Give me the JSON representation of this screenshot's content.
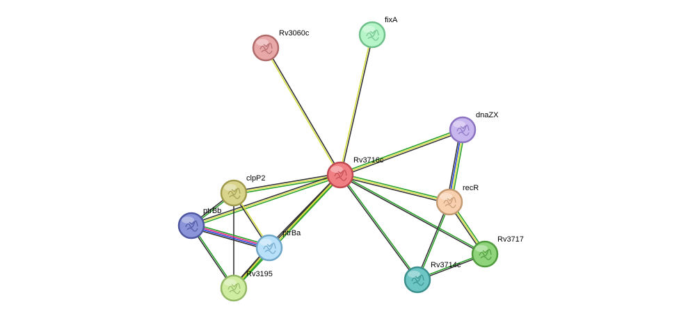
{
  "network": {
    "nodes": [
      {
        "id": "Rv3716c",
        "label": "Rv3716c",
        "color": "#f07f83",
        "ring": "#c04a50",
        "query": true
      },
      {
        "id": "fixA",
        "label": "fixA",
        "color": "#b6f5c8",
        "ring": "#6fbf8a"
      },
      {
        "id": "Rv3060c",
        "label": "Rv3060c",
        "color": "#e8a8a8",
        "ring": "#b06a6a"
      },
      {
        "id": "dnaZX",
        "label": "dnaZX",
        "color": "#c8b6ee",
        "ring": "#8b72c2"
      },
      {
        "id": "recR",
        "label": "recR",
        "color": "#f8d0b0",
        "ring": "#c49a72"
      },
      {
        "id": "Rv3717",
        "label": "Rv3717",
        "color": "#8fd47a",
        "ring": "#4f9a3c"
      },
      {
        "id": "Rv3714c",
        "label": "Rv3714c",
        "color": "#6ec6c4",
        "ring": "#3b8f8c"
      },
      {
        "id": "clpP2",
        "label": "clpP2",
        "color": "#d8d48c",
        "ring": "#a09a4c"
      },
      {
        "id": "ptrBb",
        "label": "ptrBb",
        "color": "#8a94d8",
        "ring": "#4e56a0"
      },
      {
        "id": "ptrBa",
        "label": "ptrBa",
        "color": "#b8e0f8",
        "ring": "#6fa6c8"
      },
      {
        "id": "Rv3195",
        "label": "Rv3195",
        "color": "#d0eca0",
        "ring": "#94b866"
      }
    ],
    "edges": [
      {
        "source": "Rv3716c",
        "target": "fixA",
        "evidence": [
          "#d8e040",
          "#333333"
        ]
      },
      {
        "source": "Rv3716c",
        "target": "Rv3060c",
        "evidence": [
          "#d8e040",
          "#333333"
        ]
      },
      {
        "source": "Rv3716c",
        "target": "dnaZX",
        "evidence": [
          "#2ca02c",
          "#d8e040",
          "#333333"
        ]
      },
      {
        "source": "Rv3716c",
        "target": "recR",
        "evidence": [
          "#2ca02c",
          "#d8e040",
          "#333333"
        ]
      },
      {
        "source": "Rv3716c",
        "target": "Rv3717",
        "evidence": [
          "#2ca02c",
          "#333333"
        ]
      },
      {
        "source": "Rv3716c",
        "target": "Rv3714c",
        "evidence": [
          "#2ca02c",
          "#333333"
        ]
      },
      {
        "source": "Rv3716c",
        "target": "clpP2",
        "evidence": [
          "#2ca02c",
          "#d8e040",
          "#333333"
        ]
      },
      {
        "source": "Rv3716c",
        "target": "ptrBb",
        "evidence": [
          "#2ca02c",
          "#d8e040",
          "#333333"
        ]
      },
      {
        "source": "Rv3716c",
        "target": "ptrBa",
        "evidence": [
          "#2ca02c",
          "#d8e040",
          "#333333"
        ]
      },
      {
        "source": "Rv3716c",
        "target": "Rv3195",
        "evidence": [
          "#2ca02c",
          "#d8e040",
          "#333333"
        ]
      },
      {
        "source": "dnaZX",
        "target": "recR",
        "evidence": [
          "#2ca02c",
          "#d8e040",
          "#1f3fd8",
          "#333333"
        ]
      },
      {
        "source": "recR",
        "target": "Rv3717",
        "evidence": [
          "#2ca02c",
          "#d8e040",
          "#333333"
        ]
      },
      {
        "source": "recR",
        "target": "Rv3714c",
        "evidence": [
          "#2ca02c",
          "#333333"
        ]
      },
      {
        "source": "Rv3714c",
        "target": "Rv3717",
        "evidence": [
          "#2ca02c",
          "#333333"
        ]
      },
      {
        "source": "clpP2",
        "target": "ptrBb",
        "evidence": [
          "#2ca02c",
          "#333333"
        ]
      },
      {
        "source": "clpP2",
        "target": "ptrBa",
        "evidence": [
          "#d8e040",
          "#333333"
        ]
      },
      {
        "source": "clpP2",
        "target": "Rv3195",
        "evidence": [
          "#333333"
        ]
      },
      {
        "source": "ptrBb",
        "target": "ptrBa",
        "evidence": [
          "#2ca02c",
          "#e0207a",
          "#1f3fd8",
          "#333333"
        ]
      },
      {
        "source": "ptrBb",
        "target": "Rv3195",
        "evidence": [
          "#2ca02c",
          "#333333"
        ]
      },
      {
        "source": "ptrBa",
        "target": "Rv3195",
        "evidence": [
          "#2ca02c",
          "#d8e040",
          "#333333"
        ]
      }
    ]
  }
}
